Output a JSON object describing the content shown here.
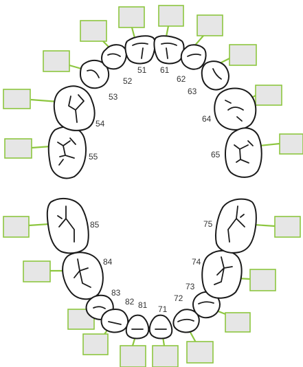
{
  "colors": {
    "box_fill": "#e6e6e6",
    "box_border": "#8dc63f",
    "outline": "#1a1a1a",
    "text": "#333333"
  },
  "upper_arch": {
    "teeth": [
      {
        "number": "55",
        "box_text": ""
      },
      {
        "number": "54",
        "box_text": ""
      },
      {
        "number": "53",
        "box_text": ""
      },
      {
        "number": "52",
        "box_text": ""
      },
      {
        "number": "51",
        "box_text": ""
      },
      {
        "number": "61",
        "box_text": ""
      },
      {
        "number": "62",
        "box_text": ""
      },
      {
        "number": "63",
        "box_text": ""
      },
      {
        "number": "64",
        "box_text": ""
      },
      {
        "number": "65",
        "box_text": ""
      }
    ]
  },
  "lower_arch": {
    "teeth": [
      {
        "number": "85",
        "box_text": ""
      },
      {
        "number": "84",
        "box_text": ""
      },
      {
        "number": "83",
        "box_text": ""
      },
      {
        "number": "82",
        "box_text": ""
      },
      {
        "number": "81",
        "box_text": ""
      },
      {
        "number": "71",
        "box_text": ""
      },
      {
        "number": "72",
        "box_text": ""
      },
      {
        "number": "73",
        "box_text": ""
      },
      {
        "number": "74",
        "box_text": ""
      },
      {
        "number": "75",
        "box_text": ""
      }
    ]
  }
}
